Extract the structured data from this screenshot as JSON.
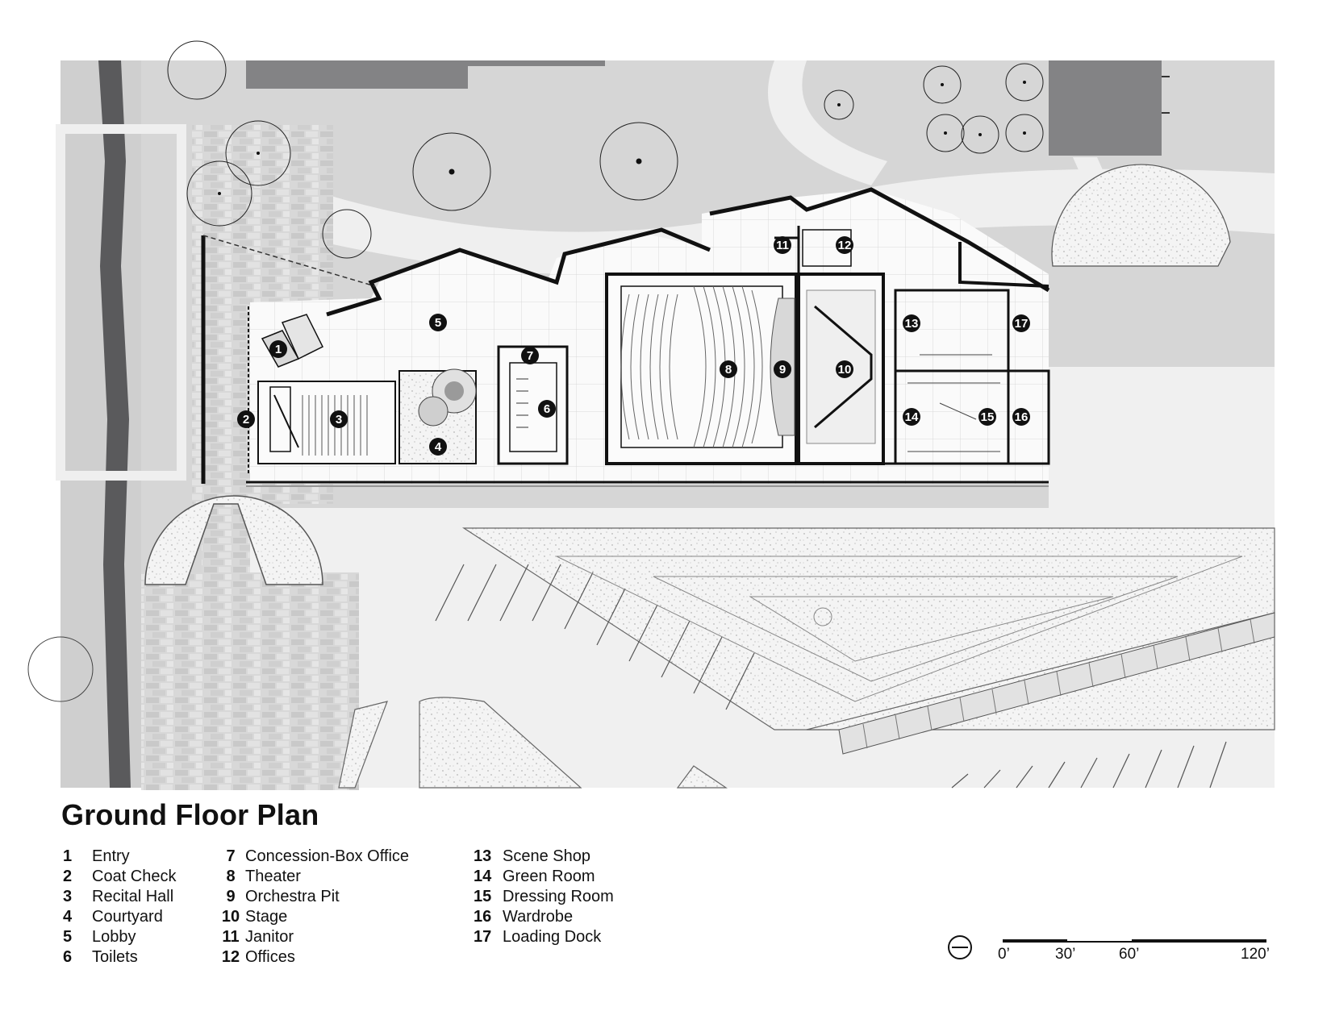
{
  "title": "Ground Floor Plan",
  "legend": [
    {
      "num": "1",
      "label": "Entry"
    },
    {
      "num": "2",
      "label": "Coat Check"
    },
    {
      "num": "3",
      "label": "Recital Hall"
    },
    {
      "num": "4",
      "label": "Courtyard"
    },
    {
      "num": "5",
      "label": "Lobby"
    },
    {
      "num": "6",
      "label": "Toilets"
    },
    {
      "num": "7",
      "label": "Concession-Box Office"
    },
    {
      "num": "8",
      "label": "Theater"
    },
    {
      "num": "9",
      "label": "Orchestra Pit"
    },
    {
      "num": "10",
      "label": "Stage"
    },
    {
      "num": "11",
      "label": "Janitor"
    },
    {
      "num": "12",
      "label": "Offices"
    },
    {
      "num": "13",
      "label": "Scene Shop"
    },
    {
      "num": "14",
      "label": "Green Room"
    },
    {
      "num": "15",
      "label": "Dressing Room"
    },
    {
      "num": "16",
      "label": "Wardrobe"
    },
    {
      "num": "17",
      "label": "Loading Dock"
    }
  ],
  "scale_bar": {
    "labels": [
      "0’",
      "30’",
      "60’",
      "120’"
    ]
  },
  "badges": [
    "1",
    "2",
    "3",
    "4",
    "5",
    "6",
    "7",
    "8",
    "9",
    "10",
    "11",
    "12",
    "13",
    "14",
    "15",
    "16",
    "17"
  ],
  "colors": {
    "site_gray": "#d4d4d4",
    "building_dark": "#838385",
    "wall": "#111111",
    "paving": "#f1f1f1",
    "badge": "#111111"
  }
}
